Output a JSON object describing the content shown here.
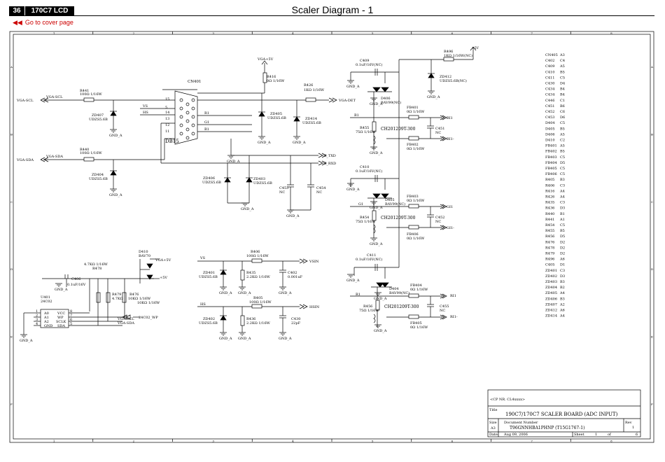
{
  "header": {
    "page_number": "36",
    "model": "170C7 LCD",
    "title": "Scaler Diagram - 1",
    "cover_link": "Go to cover page"
  },
  "frame": {
    "cols": [
      "1",
      "2",
      "3",
      "4",
      "5",
      "6",
      "7",
      "8"
    ],
    "rows": [
      "A",
      "B",
      "C",
      "D",
      "E",
      "F"
    ]
  },
  "connector": {
    "ref": "CN401",
    "type": "DB15",
    "pins": [
      "15",
      "5",
      "14",
      "13",
      "12",
      "11"
    ]
  },
  "labels": {
    "vga_scl": "VGA-SCL",
    "vga_sda": "VGA-SDA",
    "vga_det": "VGA-DET",
    "vs": "VS",
    "hs": "HS",
    "r1": "R1",
    "g1": "G1",
    "b1": "B1",
    "h_txd": "H_TXD",
    "h_rxd": "H_RXD",
    "vga5v": "VGA+5V",
    "v5": "+5V",
    "gnd": "GND_A",
    "vsin": "VSIN",
    "hsin": "HSIN",
    "edid_wp": "24C02_WP",
    "rin_p": "RI1",
    "rin_n": "RI1-",
    "gin_p": "GI1",
    "gin_n": "GI1-",
    "bin_p": "BI1",
    "bin_n": "BI1-"
  },
  "parts": {
    "r441": "R441",
    "r441v": "100Ω  1/16W",
    "r440": "R440",
    "r440v": "100Ω  1/16W",
    "zd407": "ZD407",
    "zd407v": "UDZS5.6B",
    "zd404": "ZD404",
    "zd404v": "UDZS5.6B",
    "r416": "R416",
    "r416v": "0Ω  1/16W",
    "r426": "R426",
    "r426v": "1KΩ  1/16W",
    "zd405": "ZD405",
    "zd405v": "UDZS5.6B",
    "zd414": "ZD414",
    "zd414v": "UDZS5.6B",
    "zd406": "ZD406",
    "zd406v": "UDZS5.6B",
    "zd403": "ZD403",
    "zd403v": "UDZS5.6B",
    "c453": "C453",
    "c454": "C454",
    "nc": "NC",
    "r496": "R496",
    "r496v": "1KΩ  1/16W(NC)",
    "zd412": "ZD412",
    "zd412v": "UDZS5.6B(NC)",
    "c409": "C409",
    "c409v": "0.1uF/16V(NC)",
    "d406": "D406",
    "d406v": "BAV99(NC)",
    "fb401": "FB401",
    "fb402": "FB402",
    "fbv": "0Ω  1/16W",
    "r455": "R455",
    "r455v": "75Ω  1/16W",
    "ch": "CH201209T-300",
    "c451": "C451",
    "c410": "C410",
    "c410v": "0.1uF/16V(NC)",
    "d405": "D405",
    "d405v": "BAV99(NC)",
    "fb403": "FB403",
    "fb406": "FB406",
    "r454": "R454",
    "r454v": "75Ω  1/16W",
    "c452": "C452",
    "c411": "C411",
    "c411v": "0.1uF/16V(NC)",
    "d404": "D404",
    "d404v": "BAV99(NC)",
    "fb404": "FB404",
    "fb405": "FB405",
    "r456": "R456",
    "r456v": "75Ω  1/16W",
    "c455": "C455",
    "d410": "D410",
    "d410v": "BAV70",
    "r478": "R478",
    "r478v": "4.7KΩ  1/16W",
    "c406": "C406",
    "c406v": "0.1uF/16V",
    "r479": "R479",
    "r479v": "4.7KΩ",
    "r476": "R476",
    "r476v": "10KΩ  1/16W",
    "u401": "U401",
    "u401v": "24C02",
    "r406": "R406",
    "r406v": "100Ω  1/16W",
    "zd401": "ZD401",
    "zd401v": "UDZS5.6B",
    "r435": "R435",
    "r435v": "2.2KΩ  1/16W",
    "c402": "C402",
    "c402v": "0.001uF",
    "r405": "R405",
    "r405v": "100Ω  1/16W",
    "zd402": "ZD402",
    "zd402v": "UDZS5.6B",
    "r436": "R436",
    "r436v": "2.2KΩ  1/16W",
    "c430": "C430",
    "c430v": "22pF"
  },
  "eeprom_pins": {
    "left": [
      "A0",
      "A1",
      "A2",
      "GND"
    ],
    "right": [
      "VCC",
      "WP",
      "SCLK",
      "SDA"
    ],
    "lnum": [
      "1",
      "2",
      "3",
      "4"
    ],
    "rnum": [
      "8",
      "7",
      "6",
      "5"
    ]
  },
  "bom": [
    [
      "CN405",
      "A3"
    ],
    [
      "C402",
      "C4"
    ],
    [
      "C409",
      "A5"
    ],
    [
      "C410",
      "B5"
    ],
    [
      "C411",
      "C5"
    ],
    [
      "C430",
      "D4"
    ],
    [
      "C434",
      "B4"
    ],
    [
      "C434",
      "B4"
    ],
    [
      "C446",
      "C1"
    ],
    [
      "C451",
      "B6"
    ],
    [
      "C452",
      "C6"
    ],
    [
      "C453",
      "D6"
    ],
    [
      "D404",
      "C5"
    ],
    [
      "D405",
      "B5"
    ],
    [
      "D406",
      "A5"
    ],
    [
      "D410",
      "C2"
    ],
    [
      "FB401",
      "A5"
    ],
    [
      "FB402",
      "B5"
    ],
    [
      "FB403",
      "C5"
    ],
    [
      "FB404",
      "D5"
    ],
    [
      "FB405",
      "C5"
    ],
    [
      "FB406",
      "C5"
    ],
    [
      "R405",
      "B3"
    ],
    [
      "R406",
      "C3"
    ],
    [
      "R416",
      "A4"
    ],
    [
      "R426",
      "A4"
    ],
    [
      "R435",
      "C3"
    ],
    [
      "R436",
      "D3"
    ],
    [
      "R440",
      "B1"
    ],
    [
      "R441",
      "A1"
    ],
    [
      "R454",
      "C5"
    ],
    [
      "R455",
      "B5"
    ],
    [
      "R456",
      "D5"
    ],
    [
      "R476",
      "D2"
    ],
    [
      "R478",
      "D2"
    ],
    [
      "R479",
      "D2"
    ],
    [
      "R496",
      "A6"
    ],
    [
      "C405",
      "D1"
    ],
    [
      "ZD401",
      "C3"
    ],
    [
      "ZD402",
      "D3"
    ],
    [
      "ZD403",
      "B3"
    ],
    [
      "ZD404",
      "B2"
    ],
    [
      "ZD405",
      "A4"
    ],
    [
      "ZD406",
      "B3"
    ],
    [
      "ZD407",
      "A2"
    ],
    [
      "ZD412",
      "A6"
    ],
    [
      "ZD414",
      "A4"
    ]
  ],
  "title_block": {
    "ref": "<CP NR. CL4xxxx>",
    "title_label": "Title",
    "title": "190C7/170C7 SCALER BOARD (ADC  INPUT)",
    "size_label": "Size",
    "size": "A3",
    "doc_label": "Document Number",
    "doc": "T96GNNHBA1PHNP (T15G1767-1)",
    "rev_label": "Rev",
    "rev": "1",
    "date_label": "Date:",
    "date": "Aug 09, 2006",
    "sheet_label": "Sheet",
    "sheet": "1",
    "of_label": "of",
    "of": "6"
  }
}
